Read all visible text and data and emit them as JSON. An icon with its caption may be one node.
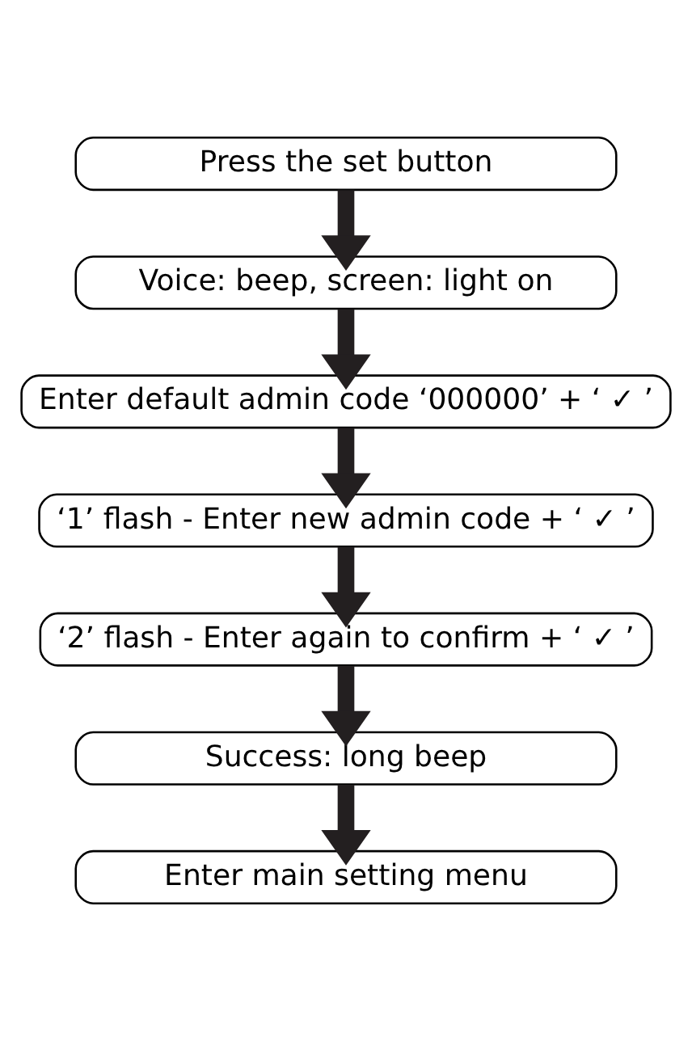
{
  "diagram": {
    "nodes": [
      {
        "text": [
          "Press the set button"
        ]
      },
      {
        "text": [
          "Voice: beep, screen: light on"
        ]
      },
      {
        "text": [
          "Enter default admin code ‘000000’ + ‘ ✓ ’"
        ]
      },
      {
        "text": [
          "‘1’ flash - Enter new admin code + ‘ ✓ ’"
        ]
      },
      {
        "text": [
          "‘2’ flash - Enter again to confirm + ‘ ✓ ’"
        ]
      },
      {
        "text": [
          "Success: long beep"
        ]
      },
      {
        "text": [
          "Enter main setting menu"
        ]
      }
    ],
    "edges": [
      {
        "from": 0,
        "to": 1,
        "arrow": "to"
      },
      {
        "from": 1,
        "to": 2,
        "arrow": "to"
      },
      {
        "from": 2,
        "to": 3,
        "arrow": "to"
      },
      {
        "from": 3,
        "to": 4,
        "arrow": "to"
      },
      {
        "from": 4,
        "to": 5,
        "arrow": "to"
      },
      {
        "from": 5,
        "to": 6,
        "arrow": "to"
      }
    ]
  }
}
